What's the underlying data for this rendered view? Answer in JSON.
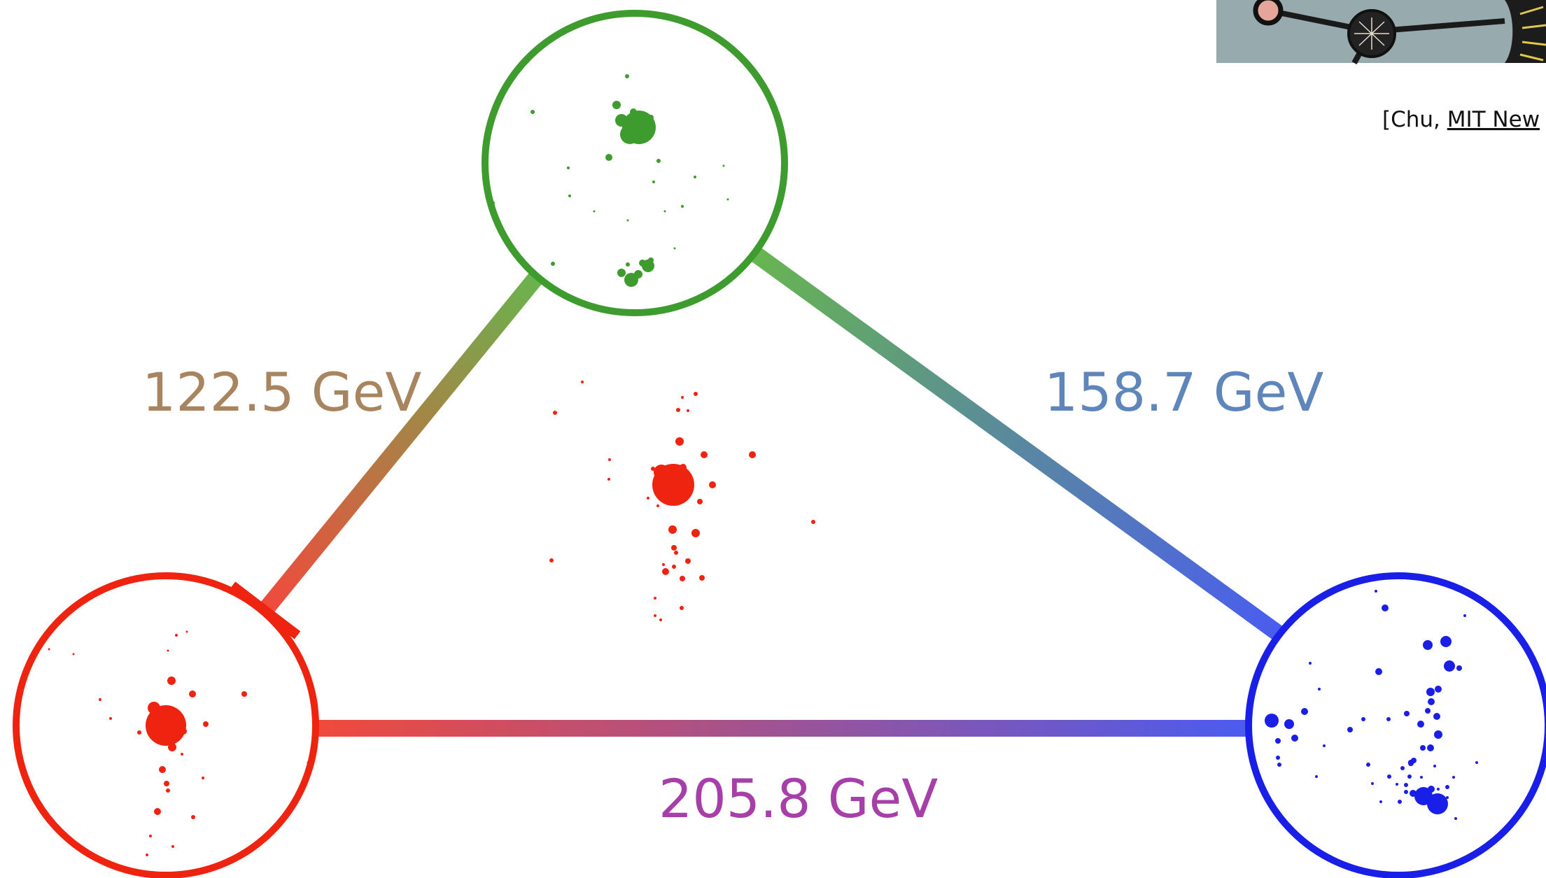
{
  "edges": [
    {
      "id": "red-green",
      "label": "122.5 GeV",
      "label_color": "#a8845f",
      "color_a": "#f04a3c",
      "color_b": "#67b54f"
    },
    {
      "id": "green-blue",
      "label": "158.7 GeV",
      "label_color": "#5f86ba",
      "color_a": "#67b54f",
      "color_b": "#4a5cf0"
    },
    {
      "id": "red-blue",
      "label": "205.8 GeV",
      "label_color": "#a640a8",
      "color_a": "#f04a3c",
      "color_b": "#4a5cf0"
    }
  ],
  "jets": {
    "green": {
      "color": "#3e9c2e"
    },
    "red": {
      "color": "#ee2410"
    },
    "blue": {
      "color": "#1a1fe8"
    },
    "center": {
      "color": "#ee2410"
    }
  },
  "citation": {
    "prefix": "[Chu, ",
    "link": "MIT New"
  },
  "thumbnail": {
    "bg": "#97aaae"
  }
}
